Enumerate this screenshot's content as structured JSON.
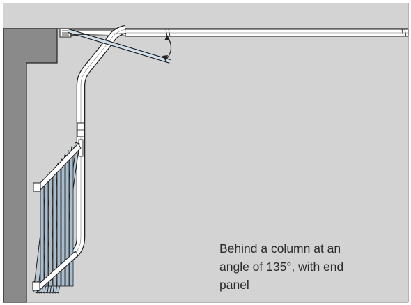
{
  "caption": {
    "lines": [
      "Behind a column at an",
      "angle of 135°, with end",
      "panel"
    ]
  },
  "colors": {
    "background": "#d3d3d3",
    "wall": "#8a8a8a",
    "outline": "#222222",
    "track": "#ffffff",
    "slat_tint": "#a9bccb"
  }
}
